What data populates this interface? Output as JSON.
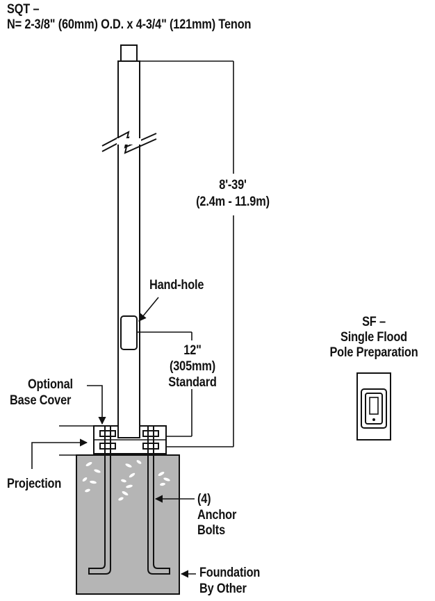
{
  "title": {
    "line1": "SQT –",
    "line2": "N= 2-3/8\" (60mm) O.D. x 4-3/4\" (121mm) Tenon"
  },
  "height_dim": {
    "line1": "8'-39'",
    "line2": "(2.4m - 11.9m)"
  },
  "handhole": {
    "label": "Hand-hole"
  },
  "handhole_height": {
    "line1": "12\"",
    "line2": "(305mm)",
    "line3": "Standard"
  },
  "base_cover": {
    "line1": "Optional",
    "line2": "Base Cover"
  },
  "projection": {
    "label": "Projection"
  },
  "anchor_bolts": {
    "line1": "(4)",
    "line2": "Anchor",
    "line3": "Bolts"
  },
  "foundation": {
    "line1": "Foundation",
    "line2": "By Other"
  },
  "sf_option": {
    "line1": "SF –",
    "line2": "Single Flood",
    "line3": "Pole Preparation"
  },
  "colors": {
    "line": "#111111",
    "foundation_fill": "#b5b5b5",
    "background": "#ffffff"
  }
}
